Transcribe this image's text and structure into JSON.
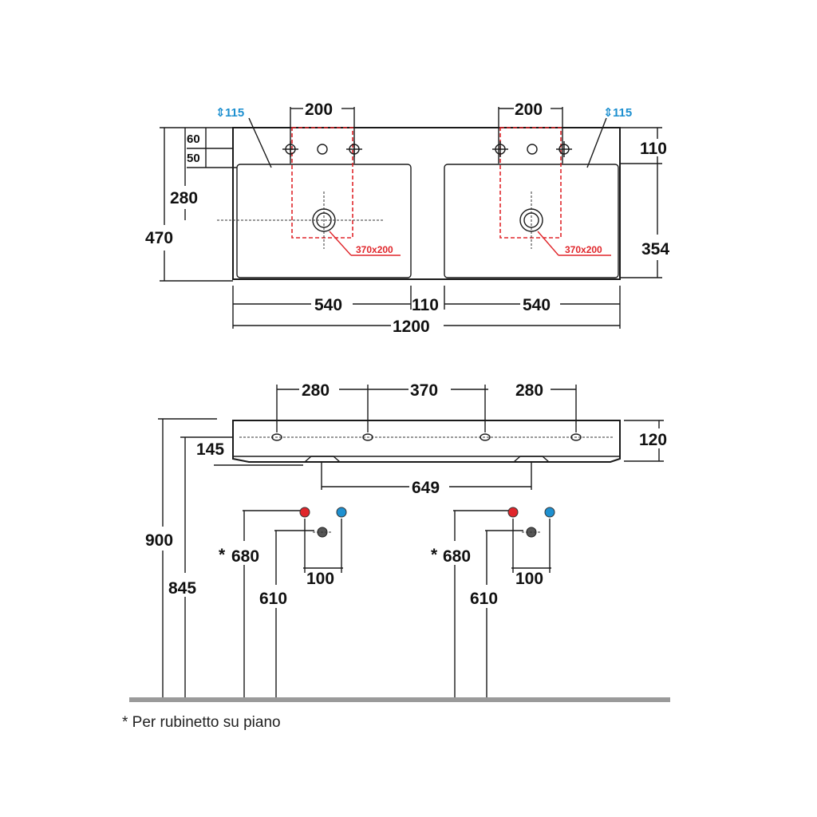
{
  "top_view": {
    "basin_width_left": "540",
    "basin_gap": "110",
    "basin_width_right": "540",
    "total_width": "1200",
    "total_depth": "470",
    "drain_depth": "280",
    "front_depth": "354",
    "rear_depth": "110",
    "hole_offset_1": "60",
    "hole_offset_2": "50",
    "tap_spacing_left": "200",
    "tap_spacing_right": "200",
    "rim_height_left": "115",
    "rim_height_right": "115",
    "cutout_left": "370x200",
    "cutout_right": "370x200"
  },
  "side_view": {
    "bracket_1": "280",
    "bracket_2": "370",
    "bracket_3": "280",
    "thickness": "120",
    "drop": "145",
    "drain_spacing": "649",
    "height_total": "900",
    "height_top": "845",
    "left_supply_height": "680",
    "left_drain_height": "610",
    "left_supply_spacing": "100",
    "right_supply_height": "680",
    "right_drain_height": "610",
    "right_supply_spacing": "100",
    "asterisk_left": "*",
    "asterisk_right": "*"
  },
  "footnote": "* Per rubinetto su piano",
  "colors": {
    "hot": "#e0262b",
    "cold": "#1e90d0",
    "floor": "#9a9a9a"
  }
}
